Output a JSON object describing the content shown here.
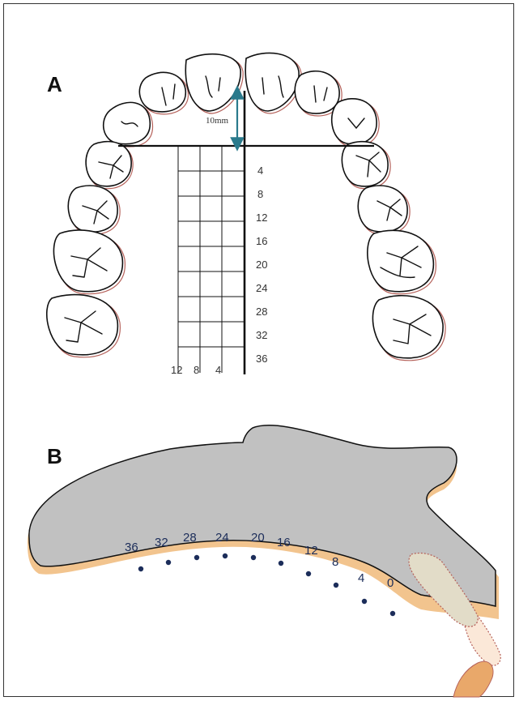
{
  "panel_a": {
    "label": "A",
    "dimension_label": "10mm",
    "vertical_scale": [
      "4",
      "8",
      "12",
      "16",
      "20",
      "24",
      "28",
      "32",
      "36"
    ],
    "horizontal_scale": [
      "12",
      "8",
      "4"
    ]
  },
  "panel_b": {
    "label": "B",
    "sites": [
      "36",
      "32",
      "28",
      "24",
      "20",
      "16",
      "12",
      "8",
      "4",
      "0"
    ]
  },
  "colors": {
    "arrow": "#2a7a8c",
    "palate": "#c1c1c1",
    "mucosa": "#f2c48e",
    "dots": "#1c2d5a",
    "tooth_fill": "#e2dcc8",
    "gum_edge": "#b5615a"
  }
}
